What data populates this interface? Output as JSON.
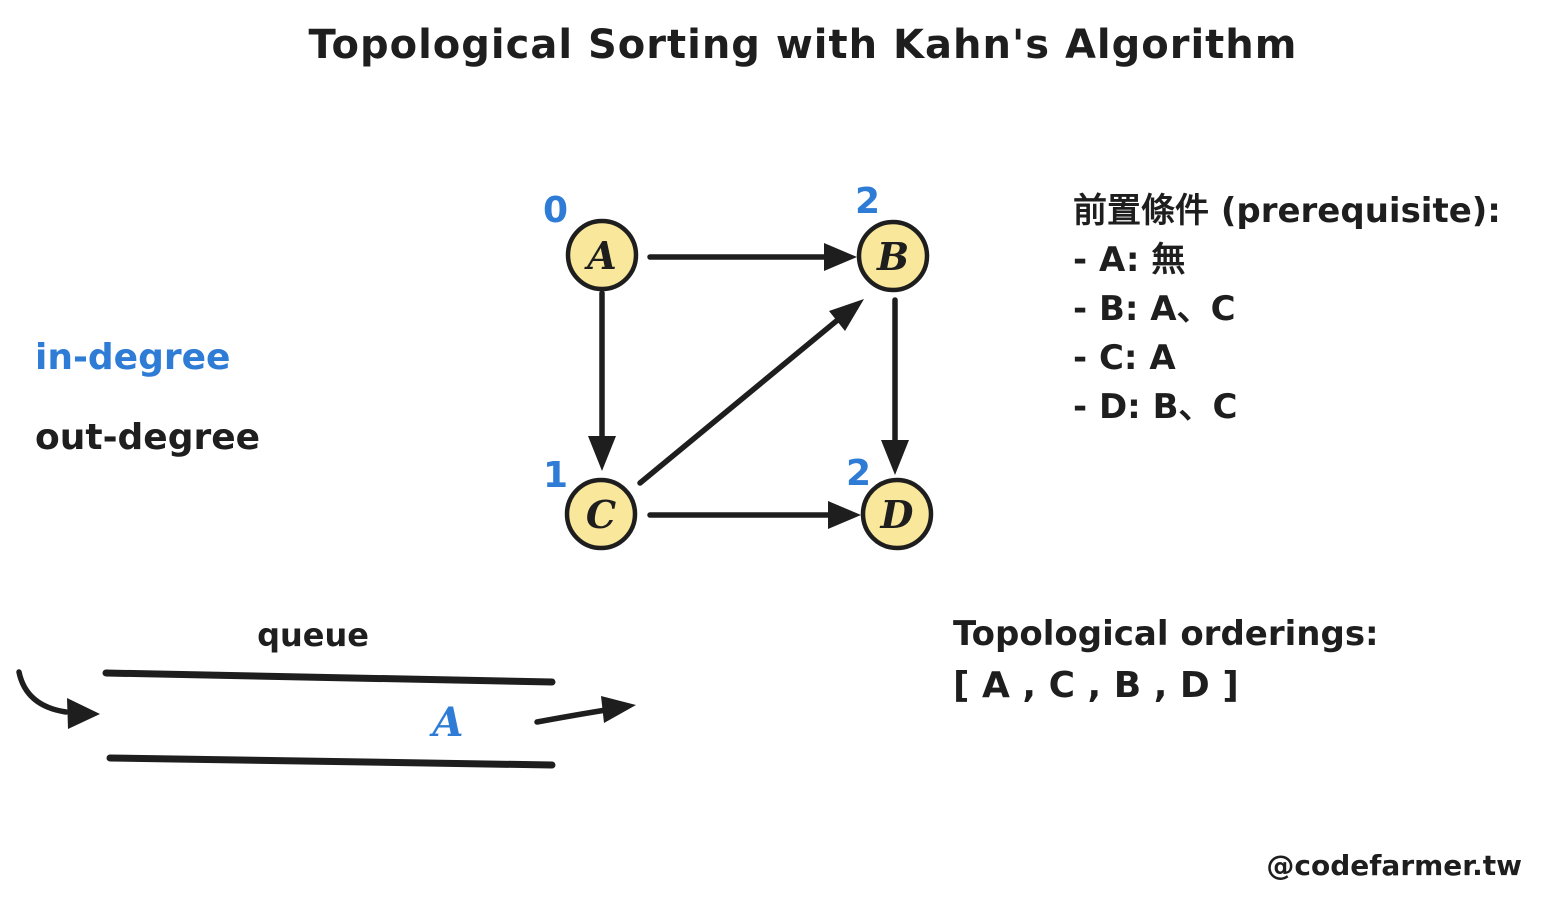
{
  "title": "Topological Sorting with Kahn's Algorithm",
  "colors": {
    "background": "#ffffff",
    "ink": "#1e1e1e",
    "blue": "#2e7cd6",
    "node_fill": "#f9e79b"
  },
  "graph": {
    "nodes": [
      {
        "id": "A",
        "label": "A",
        "in_degree": "0"
      },
      {
        "id": "B",
        "label": "B",
        "in_degree": "2"
      },
      {
        "id": "C",
        "label": "C",
        "in_degree": "1"
      },
      {
        "id": "D",
        "label": "D",
        "in_degree": "2"
      }
    ],
    "edges": [
      {
        "from": "A",
        "to": "B"
      },
      {
        "from": "A",
        "to": "C"
      },
      {
        "from": "C",
        "to": "B"
      },
      {
        "from": "B",
        "to": "D"
      },
      {
        "from": "C",
        "to": "D"
      }
    ]
  },
  "legend": {
    "in_degree_label": "in-degree",
    "out_degree_label": "out-degree"
  },
  "prerequisites": {
    "heading": "前置條件 (prerequisite):",
    "items": [
      "- A: 無",
      "- B: A、C",
      "- C: A",
      "- D: B、C"
    ]
  },
  "queue": {
    "label": "queue",
    "items": [
      "A"
    ]
  },
  "orderings": {
    "heading": "Topological orderings:",
    "value": "[ A , C , B , D ]"
  },
  "watermark": "@codefarmer.tw"
}
